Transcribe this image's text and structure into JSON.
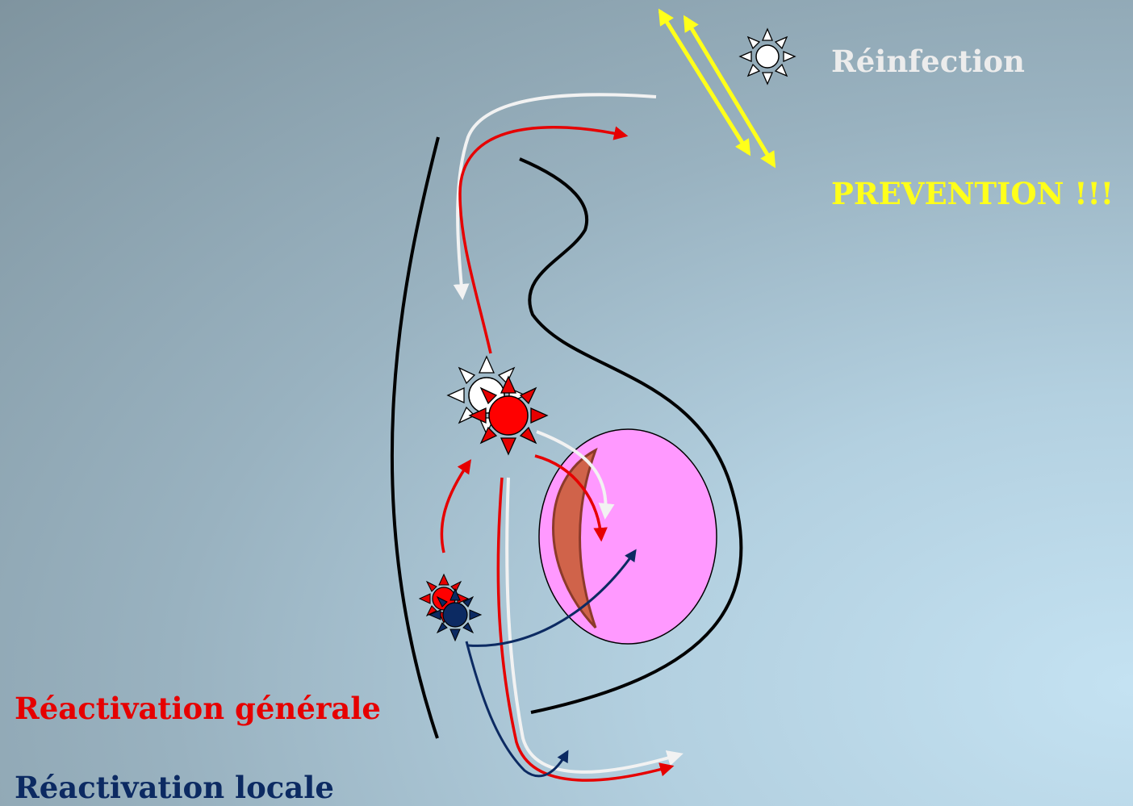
{
  "labels": {
    "reinfection": "Réinfection",
    "prevention": "PREVENTION !!!",
    "reactivation_generale": "Réactivation générale",
    "reactivation_locale": "Réactivation locale"
  },
  "colors": {
    "background_light": "#c4e2f2",
    "background_dark": "#7f949f",
    "reinfection_text": "#ececec",
    "prevention_text": "#ffff1a",
    "reactivation_generale": "#e60000",
    "reactivation_locale": "#0c2a62",
    "globe": "#ff99ff",
    "lens": "#d0634a",
    "eye_outline": "#000000",
    "white_arrow": "#f2f2f2"
  },
  "icons": {
    "reinfection": "sun-virus-icon",
    "ganglion_white": "sun-virus-icon",
    "ganglion_red": "sun-virus-icon",
    "local_red": "sun-virus-icon",
    "local_blue": "sun-virus-icon"
  }
}
